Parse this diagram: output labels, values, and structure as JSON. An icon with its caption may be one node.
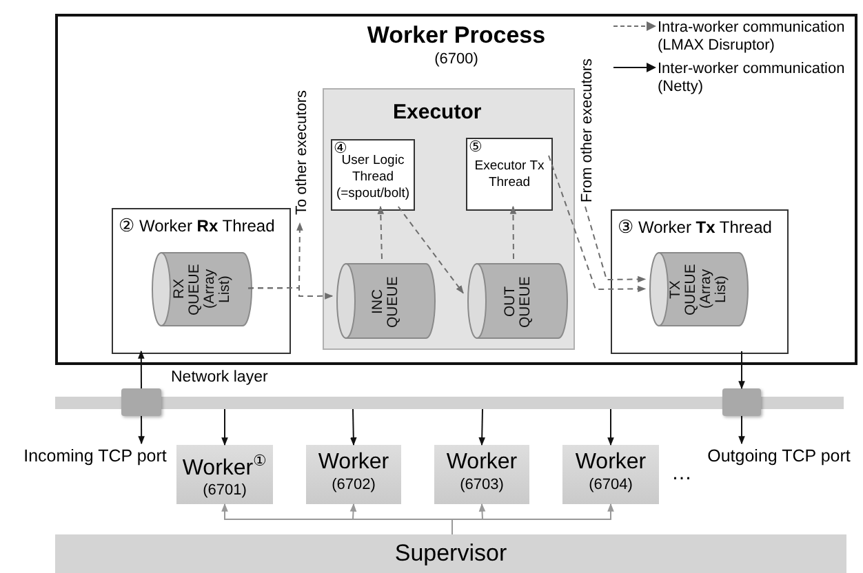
{
  "diagram": {
    "nodes": [
      {
        "text": [
          "Worker Process",
          "(6700)"
        ]
      },
      {
        "text": [
          "Executor"
        ],
        "in": 0
      },
      {
        "text": [
          "④",
          "User Logic Thread (=spout/bolt)"
        ],
        "in": 1
      },
      {
        "text": [
          "⑤",
          "Executor Tx Thread"
        ],
        "in": 1
      },
      {
        "text": [
          "②",
          "Worker **Rx** Thread"
        ],
        "in": 0
      },
      {
        "text": [
          "RX QUEUE (Array List)"
        ],
        "in": 4
      },
      {
        "text": [
          "INC QUEUE"
        ],
        "in": 1
      },
      {
        "text": [
          "OUT QUEUE"
        ],
        "in": 1
      },
      {
        "text": [
          "③",
          "Worker **Tx** Thread"
        ],
        "in": 0
      },
      {
        "text": [
          "TX QUEUE (Array List)"
        ],
        "in": 8
      },
      {
        "text": [
          "To other executors"
        ],
        "in": 0
      },
      {
        "text": [
          "From other executors"
        ],
        "in": 0
      },
      {
        "text": [
          "Network layer"
        ]
      },
      {
        "text": [],
        "shape": "box"
      },
      {
        "text": [],
        "shape": "box"
      },
      {
        "text": [
          "Incoming TCP port"
        ]
      },
      {
        "text": [
          "Outgoing TCP port"
        ]
      },
      {
        "text": [
          "Worker$^{①}$",
          "(6701)"
        ]
      },
      {
        "text": [
          "Worker",
          "(6702)"
        ]
      },
      {
        "text": [
          "Worker",
          "(6703)"
        ]
      },
      {
        "text": [
          "Worker",
          "(6704)"
        ]
      },
      {
        "text": [
          "Supervisor"
        ]
      }
    ],
    "edges": [
      {
        "from": 5,
        "to": 6,
        "arrow": "to",
        "style": "dashed",
        "color": "#6e6e6e"
      },
      {
        "from": 5,
        "to": 10,
        "arrow": "to",
        "style": "dashed",
        "color": "#6e6e6e"
      },
      {
        "from": 6,
        "to": 2,
        "arrow": "to",
        "style": "dashed",
        "color": "#6e6e6e"
      },
      {
        "from": 2,
        "to": 7,
        "arrow": "to",
        "style": "dashed",
        "color": "#6e6e6e"
      },
      {
        "from": 7,
        "to": 3,
        "arrow": "to",
        "style": "dashed",
        "color": "#6e6e6e"
      },
      {
        "from": 3,
        "to": 9,
        "arrow": "to",
        "style": "dashed",
        "color": "#6e6e6e"
      },
      {
        "from": 11,
        "to": 9,
        "arrow": "to",
        "style": "dashed",
        "color": "#6e6e6e"
      },
      {
        "from": 13,
        "to": 4,
        "arrow": "to"
      },
      {
        "from": 13,
        "to": 15,
        "arrow": "to"
      },
      {
        "from": 8,
        "to": 14,
        "arrow": "to"
      },
      {
        "from": 14,
        "to": 16,
        "arrow": "to"
      },
      {
        "from": 12,
        "to": 17,
        "arrow": "to"
      },
      {
        "from": 12,
        "to": 18,
        "arrow": "to"
      },
      {
        "from": 12,
        "to": 19,
        "arrow": "to"
      },
      {
        "from": 12,
        "to": 20,
        "arrow": "to"
      },
      {
        "from": 21,
        "to": 17,
        "arrow": "to",
        "color": "#999999"
      },
      {
        "from": 21,
        "to": 18,
        "arrow": "to",
        "color": "#999999"
      },
      {
        "from": 21,
        "to": 19,
        "arrow": "to",
        "color": "#999999"
      },
      {
        "from": 21,
        "to": 20,
        "arrow": "to",
        "color": "#999999"
      }
    ],
    "labels": [
      "…"
    ],
    "legend": [
      {
        "text": "Intra-worker communication (LMAX Disruptor)"
      },
      {
        "text": "Inter-worker communication (Netty)"
      }
    ]
  }
}
